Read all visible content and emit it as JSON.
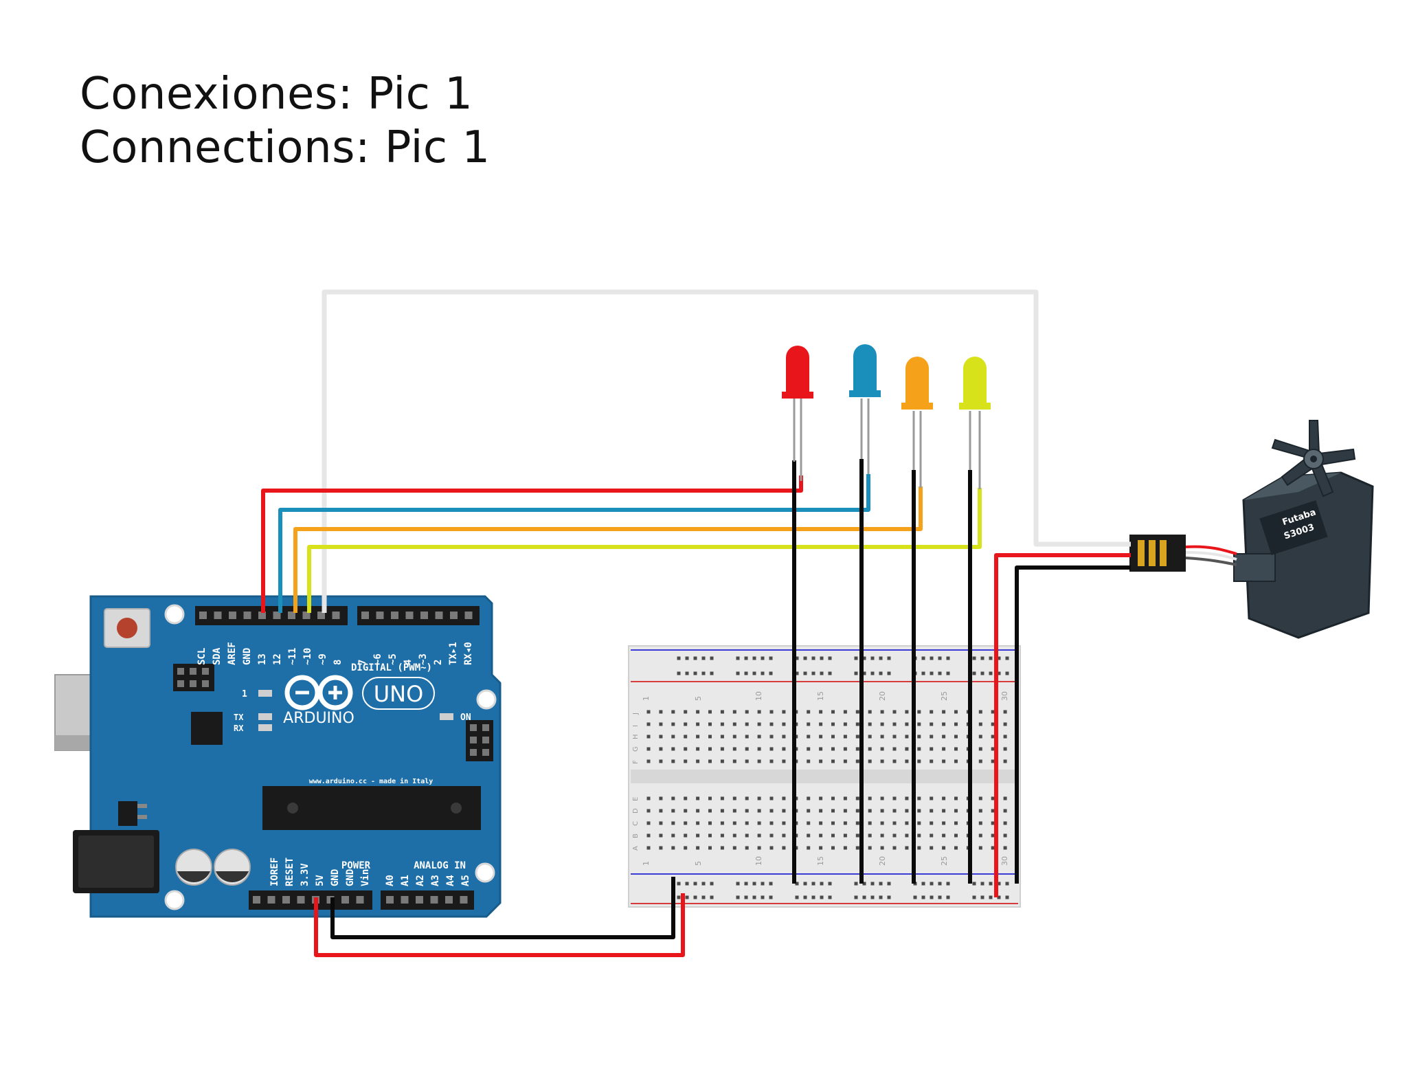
{
  "title": {
    "line1": "Conexiones: Pic 1",
    "line2": "Connections: Pic 1"
  },
  "arduino": {
    "logo_text": "ARDUINO",
    "model": "UNO",
    "url_text": "www.arduino.cc - made in Italy",
    "digital_header": "DIGITAL (PWM~)",
    "power_header": "POWER",
    "analog_header": "ANALOG IN",
    "on_label": "ON",
    "l_label": "1",
    "tx_label": "TX",
    "rx_label": "RX",
    "digital_pins": [
      "SCL",
      "SDA",
      "AREF",
      "GND",
      "13",
      "12",
      "~11",
      "~10",
      "~9",
      "8",
      "7",
      "~6",
      "~5",
      "4",
      "~3",
      "2",
      "TX▸1",
      "RX◂0"
    ],
    "power_pins": [
      "IOREF",
      "RESET",
      "3.3V",
      "5V",
      "GND",
      "GND",
      "Vin"
    ],
    "analog_pins": [
      "A0",
      "A1",
      "A2",
      "A3",
      "A4",
      "A5"
    ],
    "board_color": "#1e6fa8"
  },
  "breadboard": {
    "column_numbers": [
      "1",
      "5",
      "10",
      "15",
      "20",
      "25",
      "30"
    ],
    "row_letters_top": [
      "J",
      "I",
      "H",
      "G",
      "F"
    ],
    "row_letters_bottom": [
      "E",
      "D",
      "C",
      "B",
      "A"
    ]
  },
  "servo": {
    "brand": "Futaba",
    "model": "S3003"
  },
  "leds": [
    {
      "name": "red",
      "color": "#e8161b"
    },
    {
      "name": "blue",
      "color": "#1b8fbc"
    },
    {
      "name": "orange",
      "color": "#f6a11a"
    },
    {
      "name": "yellow",
      "color": "#d8e21a"
    }
  ],
  "wire_colors": {
    "red": "#e8161b",
    "blue": "#1b8fbc",
    "orange": "#f6a11a",
    "yellow": "#d8e21a",
    "black": "#0a0a0a",
    "white": "#e6e6e6"
  }
}
